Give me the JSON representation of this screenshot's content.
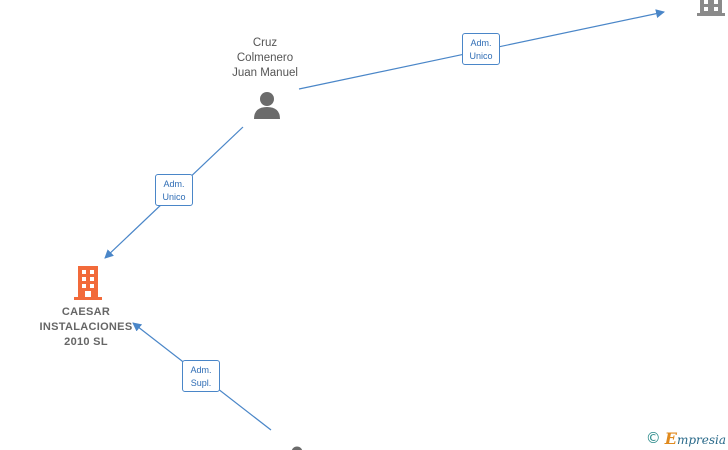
{
  "nodes": {
    "person_top": {
      "label": "Cruz\nColmenero\nJuan Manuel"
    },
    "company_main": {
      "label": "CAESAR\nINSTALACIONES\n2010  SL"
    }
  },
  "edges": [
    {
      "id": "edge-person-to-company-topright",
      "label": "Adm.\nUnico"
    },
    {
      "id": "edge-person-to-company-main",
      "label": "Adm.\nUnico"
    },
    {
      "id": "edge-bottom-person-to-company-main",
      "label": "Adm.\nSupl."
    }
  ],
  "colors": {
    "edge": "#4a86c8",
    "company_main": "#f26a3a",
    "company_other": "#8a8a8a",
    "person": "#6b6b6b"
  },
  "icons": {
    "person": "person-icon",
    "company": "building-icon"
  },
  "footer": {
    "copyright": "©",
    "brand_initial": "E",
    "brand_rest": "mpresia"
  }
}
